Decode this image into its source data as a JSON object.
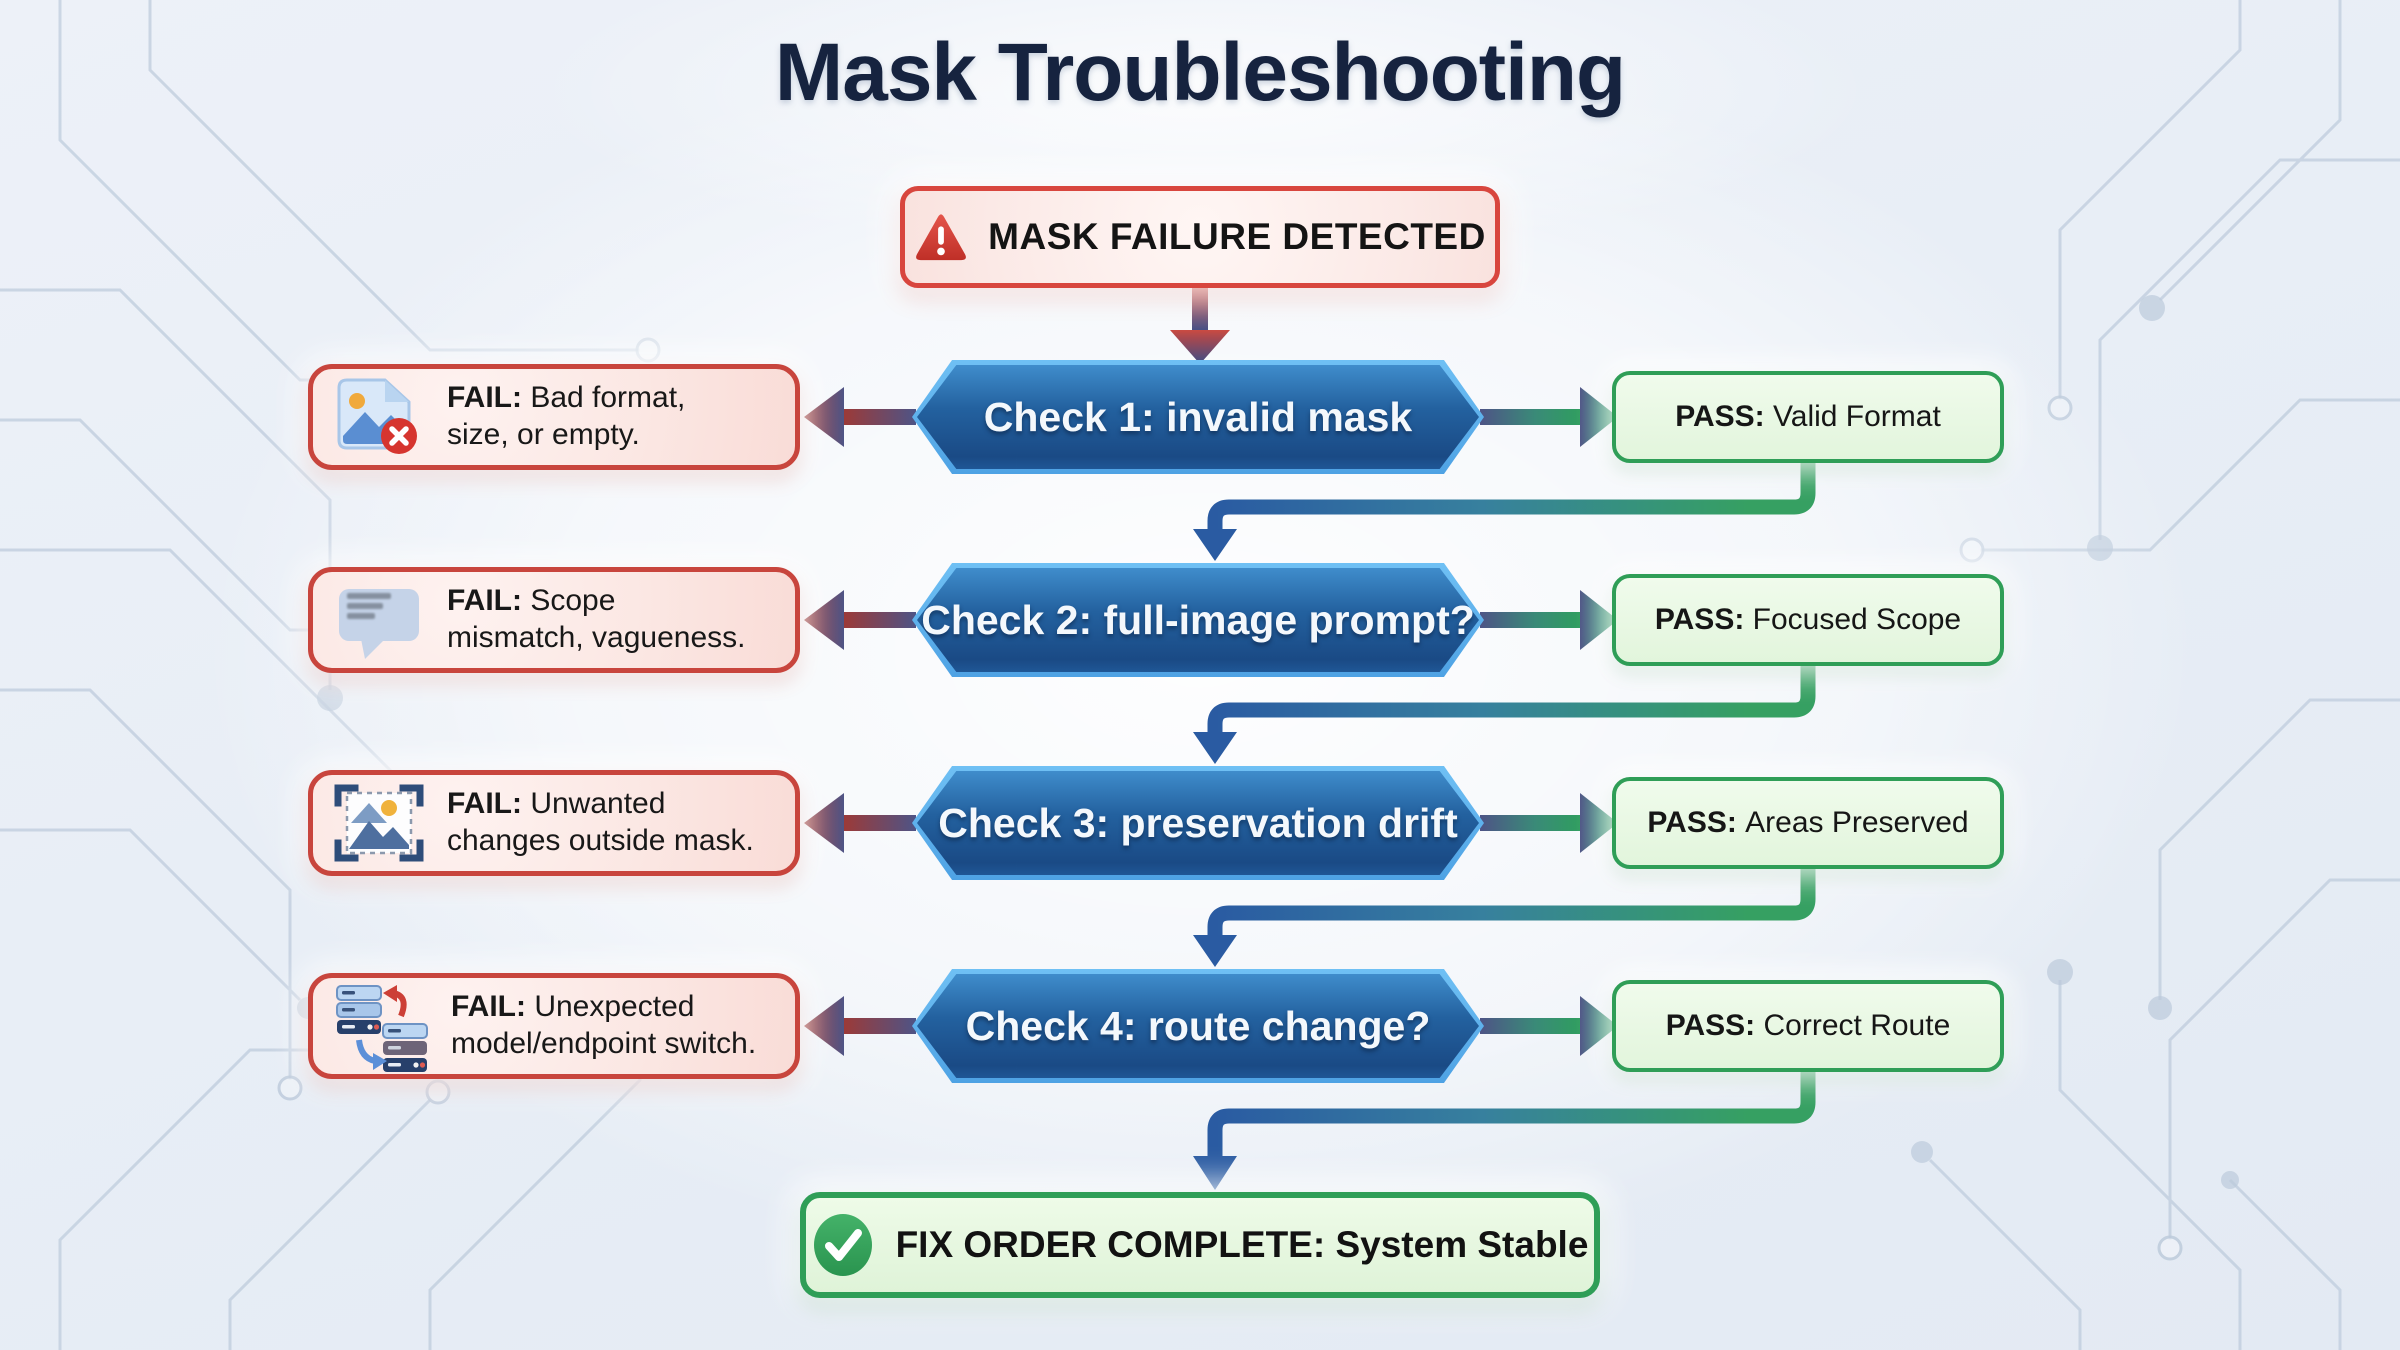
{
  "title": "Mask Troubleshooting",
  "alert": {
    "label": "MASK FAILURE DETECTED",
    "icon": "warning-triangle-icon"
  },
  "checks": [
    {
      "label": "Check 1: invalid mask",
      "fail_prefix": "FAIL: ",
      "fail_text": "Bad format,\nsize, or empty.",
      "fail_icon": "broken-image-icon",
      "pass_prefix": "PASS: ",
      "pass_text": "Valid Format"
    },
    {
      "label": "Check 2: full-image prompt?",
      "fail_prefix": "FAIL: ",
      "fail_text": "Scope\nmismatch, vagueness.",
      "fail_icon": "chat-bubble-icon",
      "pass_prefix": "PASS: ",
      "pass_text": "Focused Scope"
    },
    {
      "label": "Check 3: preservation drift",
      "fail_prefix": "FAIL: ",
      "fail_text": "Unwanted\nchanges outside mask.",
      "fail_icon": "masked-image-icon",
      "pass_prefix": "PASS: ",
      "pass_text": "Areas Preserved"
    },
    {
      "label": "Check 4: route change?",
      "fail_prefix": "FAIL: ",
      "fail_text": "Unexpected\nmodel/endpoint switch.",
      "fail_icon": "server-switch-icon",
      "pass_prefix": "PASS: ",
      "pass_text": "Correct Route"
    }
  ],
  "complete": {
    "prefix": "FIX ORDER COMPLETE: ",
    "text": "System Stable",
    "icon": "check-circle-icon"
  },
  "colors": {
    "background": "#e9eef5",
    "title": "#16233f",
    "alert_red": "#d8463e",
    "fail_red": "#c8453d",
    "fail_bg": "#fbe7e3",
    "check_blue": "#23619f",
    "check_border_blue": "#5eb1ef",
    "pass_green": "#2f9e57",
    "pass_bg": "#e6f7e1",
    "arrow_maroon": "#9c3a38",
    "arrow_slate": "#4e5486",
    "arrow_blue": "#2a5ba2",
    "arrow_green": "#36a062",
    "circuit_trace": "#bccadb"
  }
}
